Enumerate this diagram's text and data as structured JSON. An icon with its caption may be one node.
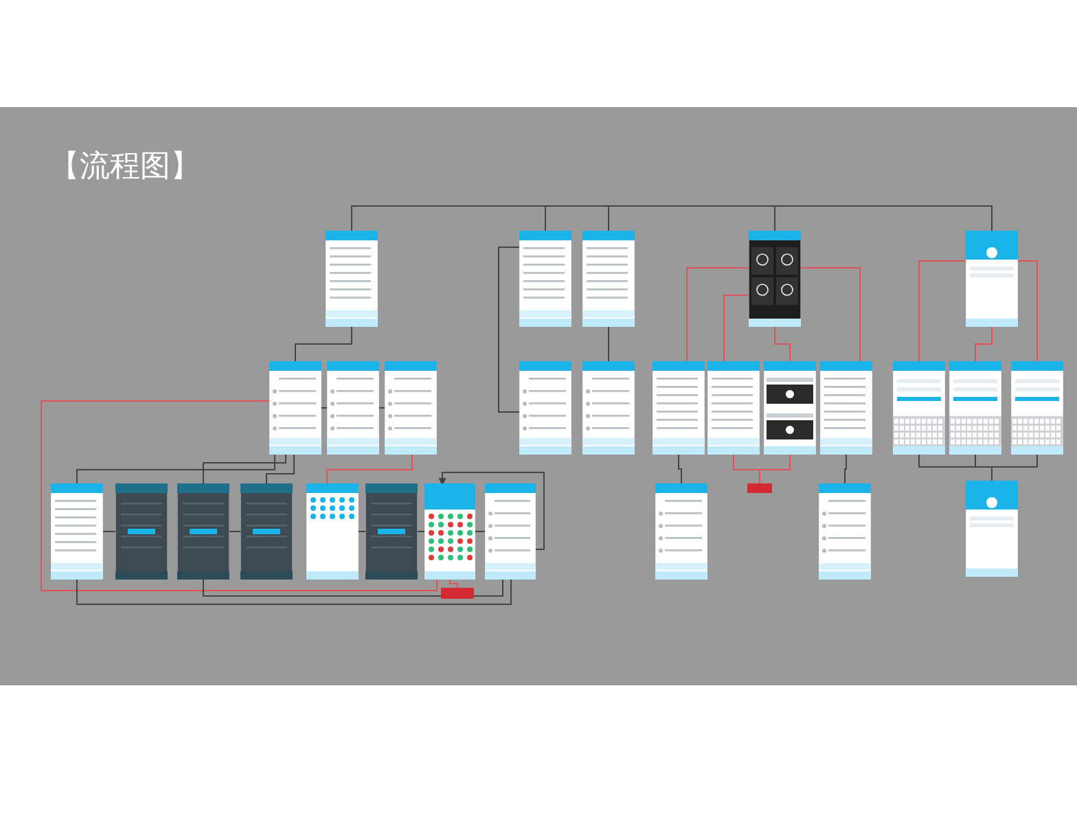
{
  "diagram": {
    "title": "【流程图】",
    "nodes": [
      {
        "text": [],
        "shape": "picture"
      },
      {
        "text": [],
        "shape": "picture"
      },
      {
        "text": [],
        "shape": "picture"
      },
      {
        "text": [],
        "shape": "picture"
      },
      {
        "text": [],
        "shape": "picture"
      },
      {
        "text": [],
        "shape": "picture"
      },
      {
        "text": [],
        "shape": "picture"
      },
      {
        "text": [],
        "shape": "picture"
      },
      {
        "text": [],
        "shape": "picture"
      },
      {
        "text": [],
        "shape": "picture"
      },
      {
        "text": [],
        "shape": "picture"
      },
      {
        "text": [],
        "shape": "picture"
      },
      {
        "text": [],
        "shape": "picture"
      },
      {
        "text": [],
        "shape": "picture"
      },
      {
        "text": [],
        "shape": "picture"
      },
      {
        "text": [],
        "shape": "picture"
      },
      {
        "text": [],
        "shape": "picture"
      },
      {
        "text": [],
        "shape": "picture"
      },
      {
        "text": [],
        "shape": "picture"
      },
      {
        "text": [],
        "shape": "picture"
      },
      {
        "text": [],
        "shape": "picture"
      },
      {
        "text": [],
        "shape": "picture"
      },
      {
        "text": [],
        "shape": "picture"
      },
      {
        "text": [],
        "shape": "picture"
      },
      {
        "text": [],
        "shape": "picture"
      },
      {
        "text": [],
        "shape": "picture"
      },
      {
        "text": [],
        "shape": "picture"
      },
      {
        "text": [],
        "shape": "picture"
      },
      {
        "text": [],
        "shape": "box"
      },
      {
        "text": [],
        "shape": "box"
      }
    ],
    "edges": [
      {
        "from": 0,
        "to": 1,
        "arrow": "none"
      },
      {
        "from": 0,
        "to": 2,
        "arrow": "none"
      },
      {
        "from": 0,
        "to": 3,
        "arrow": "none"
      },
      {
        "from": 0,
        "to": 4,
        "arrow": "none"
      },
      {
        "from": 0,
        "to": 5,
        "arrow": "none"
      },
      {
        "from": 5,
        "to": 6,
        "arrow": "none"
      },
      {
        "from": 6,
        "to": 7,
        "arrow": "none"
      },
      {
        "from": 1,
        "to": 8,
        "arrow": "none"
      },
      {
        "from": 2,
        "to": 9,
        "arrow": "none"
      },
      {
        "from": 5,
        "to": 17,
        "arrow": "none"
      },
      {
        "from": 5,
        "to": 19,
        "arrow": "none"
      },
      {
        "from": 5,
        "to": 20,
        "arrow": "none"
      },
      {
        "from": 17,
        "to": 18,
        "arrow": "none"
      },
      {
        "from": 19,
        "to": 20,
        "arrow": "none"
      },
      {
        "from": 21,
        "to": 22,
        "arrow": "none"
      },
      {
        "from": 22,
        "to": 23,
        "arrow": "none"
      },
      {
        "from": 23,
        "to": 24,
        "arrow": "none"
      },
      {
        "from": 7,
        "to": 21,
        "arrow": "none",
        "color": "#e0525a"
      },
      {
        "from": 23,
        "to": 5,
        "arrow": "none",
        "color": "#e0525a"
      },
      {
        "from": 24,
        "to": 23,
        "arrow": "to"
      },
      {
        "from": 17,
        "to": 24,
        "arrow": "none"
      },
      {
        "from": 19,
        "to": 24,
        "arrow": "none"
      },
      {
        "from": 23,
        "to": 28,
        "arrow": "none",
        "color": "#e0525a"
      },
      {
        "from": 3,
        "to": 10,
        "arrow": "none",
        "color": "#e0525a"
      },
      {
        "from": 3,
        "to": 11,
        "arrow": "none",
        "color": "#e0525a"
      },
      {
        "from": 3,
        "to": 12,
        "arrow": "none",
        "color": "#e0525a"
      },
      {
        "from": 3,
        "to": 13,
        "arrow": "none",
        "color": "#e0525a"
      },
      {
        "from": 11,
        "to": 29,
        "arrow": "none",
        "color": "#e0525a"
      },
      {
        "from": 12,
        "to": 29,
        "arrow": "none",
        "color": "#e0525a"
      },
      {
        "from": 10,
        "to": 25,
        "arrow": "none"
      },
      {
        "from": 13,
        "to": 26,
        "arrow": "none"
      },
      {
        "from": 4,
        "to": 14,
        "arrow": "none",
        "color": "#e0525a"
      },
      {
        "from": 4,
        "to": 15,
        "arrow": "none",
        "color": "#e0525a"
      },
      {
        "from": 4,
        "to": 16,
        "arrow": "none",
        "color": "#e0525a"
      },
      {
        "from": 14,
        "to": 27,
        "arrow": "none"
      },
      {
        "from": 15,
        "to": 27,
        "arrow": "none"
      },
      {
        "from": 16,
        "to": 27,
        "arrow": "none"
      }
    ]
  }
}
